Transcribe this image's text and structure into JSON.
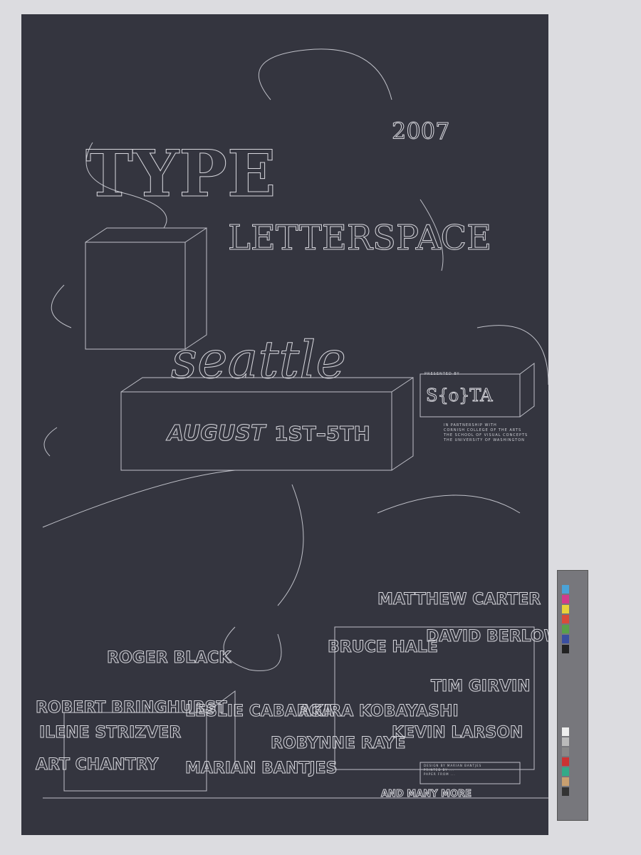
{
  "poster": {
    "title_words": [
      "TYPE",
      "LETTERSPACE",
      "2007"
    ],
    "city": "seattle",
    "dates": {
      "month": "AUGUST",
      "range": "1ST–5TH"
    },
    "presenter": {
      "label": "PRESENTED BY",
      "name": "S{o}TA"
    },
    "partnership": [
      "IN PARTNERSHIP WITH",
      "CORNISH COLLEGE OF THE ARTS",
      "THE SCHOOL OF VISUAL CONCEPTS",
      "THE UNIVERSITY OF WASHINGTON"
    ],
    "speakers": [
      "MATTHEW CARTER",
      "DAVID BERLOW",
      "BRUCE HALE",
      "TIM GIRVIN",
      "AKIRA KOBAYASHI",
      "ROGER BLACK",
      "ROBERT BRINGHURST",
      "LESLIE CABARGA",
      "ILENE STRIZVER",
      "ROBYNNE RAYE",
      "KEVIN LARSON",
      "ART CHANTRY",
      "MARIAN BANTJES"
    ],
    "credits": [
      "DESIGN BY MARIAN BANTJES",
      "PRINTED BY ...",
      "PAPER FROM ..."
    ],
    "footer": "AND MANY MORE"
  },
  "colors": {
    "poster": "#34353f",
    "line": "#d8d8de"
  }
}
